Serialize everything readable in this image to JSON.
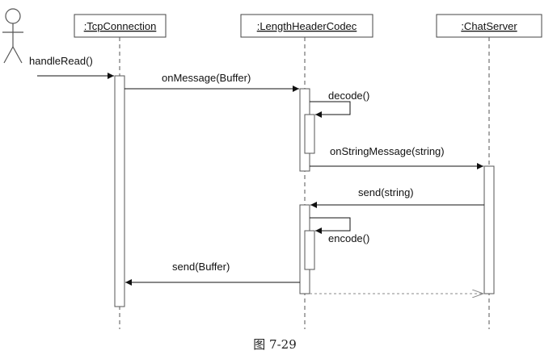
{
  "participants": {
    "tcp": ":TcpConnection",
    "codec": ":LengthHeaderCodec",
    "server": ":ChatServer"
  },
  "messages": {
    "handle_read": "handleRead()",
    "on_message": "onMessage(Buffer)",
    "decode": "decode()",
    "on_string_message": "onStringMessage(string)",
    "send_string": "send(string)",
    "encode": "encode()",
    "send_buffer": "send(Buffer)"
  },
  "caption": "图 7-29"
}
